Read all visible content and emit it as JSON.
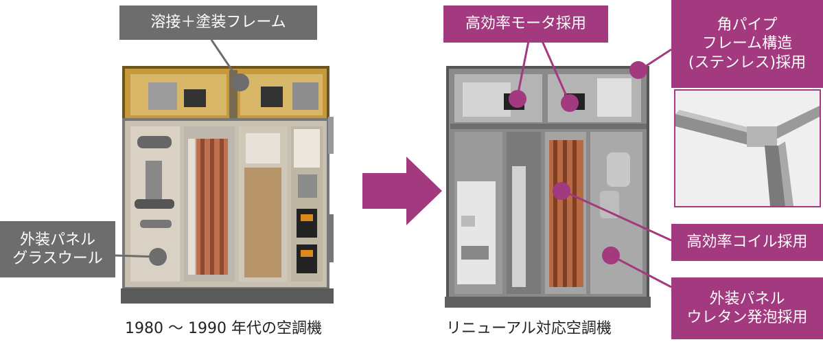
{
  "left": {
    "label_frame": "溶接＋塗装フレーム",
    "label_panel_line1": "外装パネル",
    "label_panel_line2": "グラスウール",
    "caption": "1980 ～ 1990 年代の空調機"
  },
  "right": {
    "label_motor": "高効率モータ採用",
    "label_pipe_line1": "角パイプ",
    "label_pipe_line2": "フレーム構造",
    "label_pipe_line3": "(ステンレス)採用",
    "label_coil": "高効率コイル採用",
    "label_panel_line1": "外装パネル",
    "label_panel_line2": "ウレタン発泡採用",
    "caption": "リニューアル対応空調機"
  },
  "colors": {
    "gray_label": "#6d6d6d",
    "magenta_label": "#a3397e",
    "arrow": "#a3397e"
  }
}
